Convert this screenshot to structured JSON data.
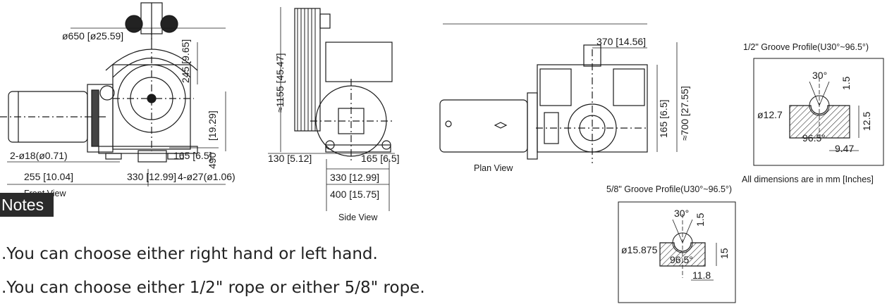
{
  "front_view": {
    "caption": "Front View",
    "dims": [
      "ø650 [ø25.59]",
      "245 [9.65]",
      "[19.29]",
      "490",
      "165 [6.5]",
      "2-ø18(ø0.71)",
      "255 [10.04]",
      "330 [12.99]",
      "4-ø27(ø1.06)"
    ]
  },
  "side_view": {
    "caption": "Side View",
    "dims": [
      "≈1155 [45.47]",
      "130 [5.12]",
      "165 [6.5]",
      "330 [12.99]",
      "400 [15.75]"
    ]
  },
  "plan_view": {
    "caption": "Plan View",
    "dims": [
      "370 [14.56]",
      "165 [6.5]",
      "≈700 [27.55]"
    ]
  },
  "groove_half": {
    "title": "1/2\" Groove Profile(U30°~96.5°)",
    "dims": [
      "30°",
      "1.5",
      "ø12.7",
      "12.5",
      "96.5°",
      "9.47"
    ]
  },
  "groove_five_eighths": {
    "title": "5/8\" Groove Profile(U30°~96.5°)",
    "dims": [
      "30°",
      "1.5",
      "ø15.875",
      "15",
      "96.5°",
      "11.8"
    ]
  },
  "units_note": "All dimensions are in mm [Inches]",
  "notes": {
    "title": "Notes",
    "items": [
      ".You can choose either right hand or left hand.",
      ".You can choose either 1/2\" rope or either 5/8\" rope."
    ]
  }
}
